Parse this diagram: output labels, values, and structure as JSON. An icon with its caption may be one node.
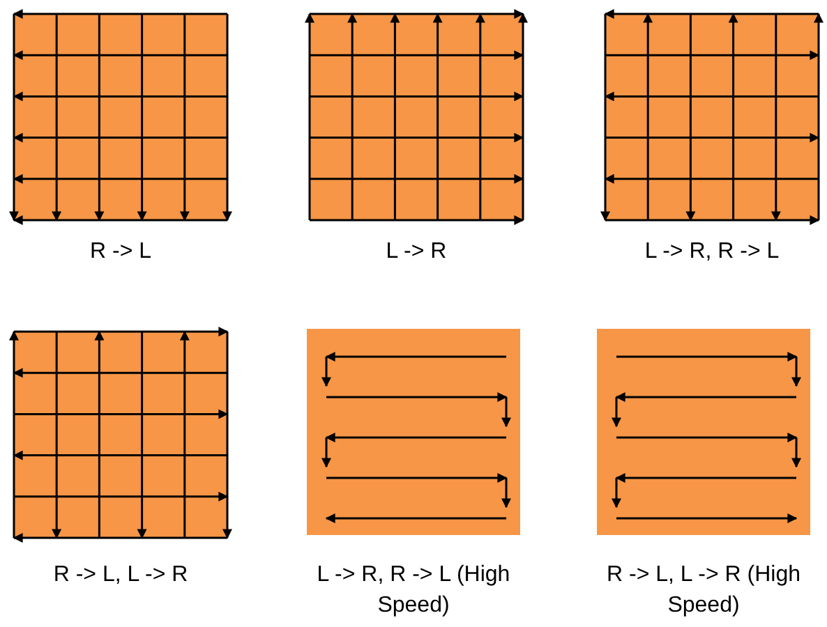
{
  "diagram": {
    "labels": [
      "R -> L",
      "L -> R",
      "L -> R, R -> L",
      "R -> L, L -> R",
      "L -> R, R -> L (High Speed)",
      "R -> L, L -> R (High Speed)"
    ]
  }
}
